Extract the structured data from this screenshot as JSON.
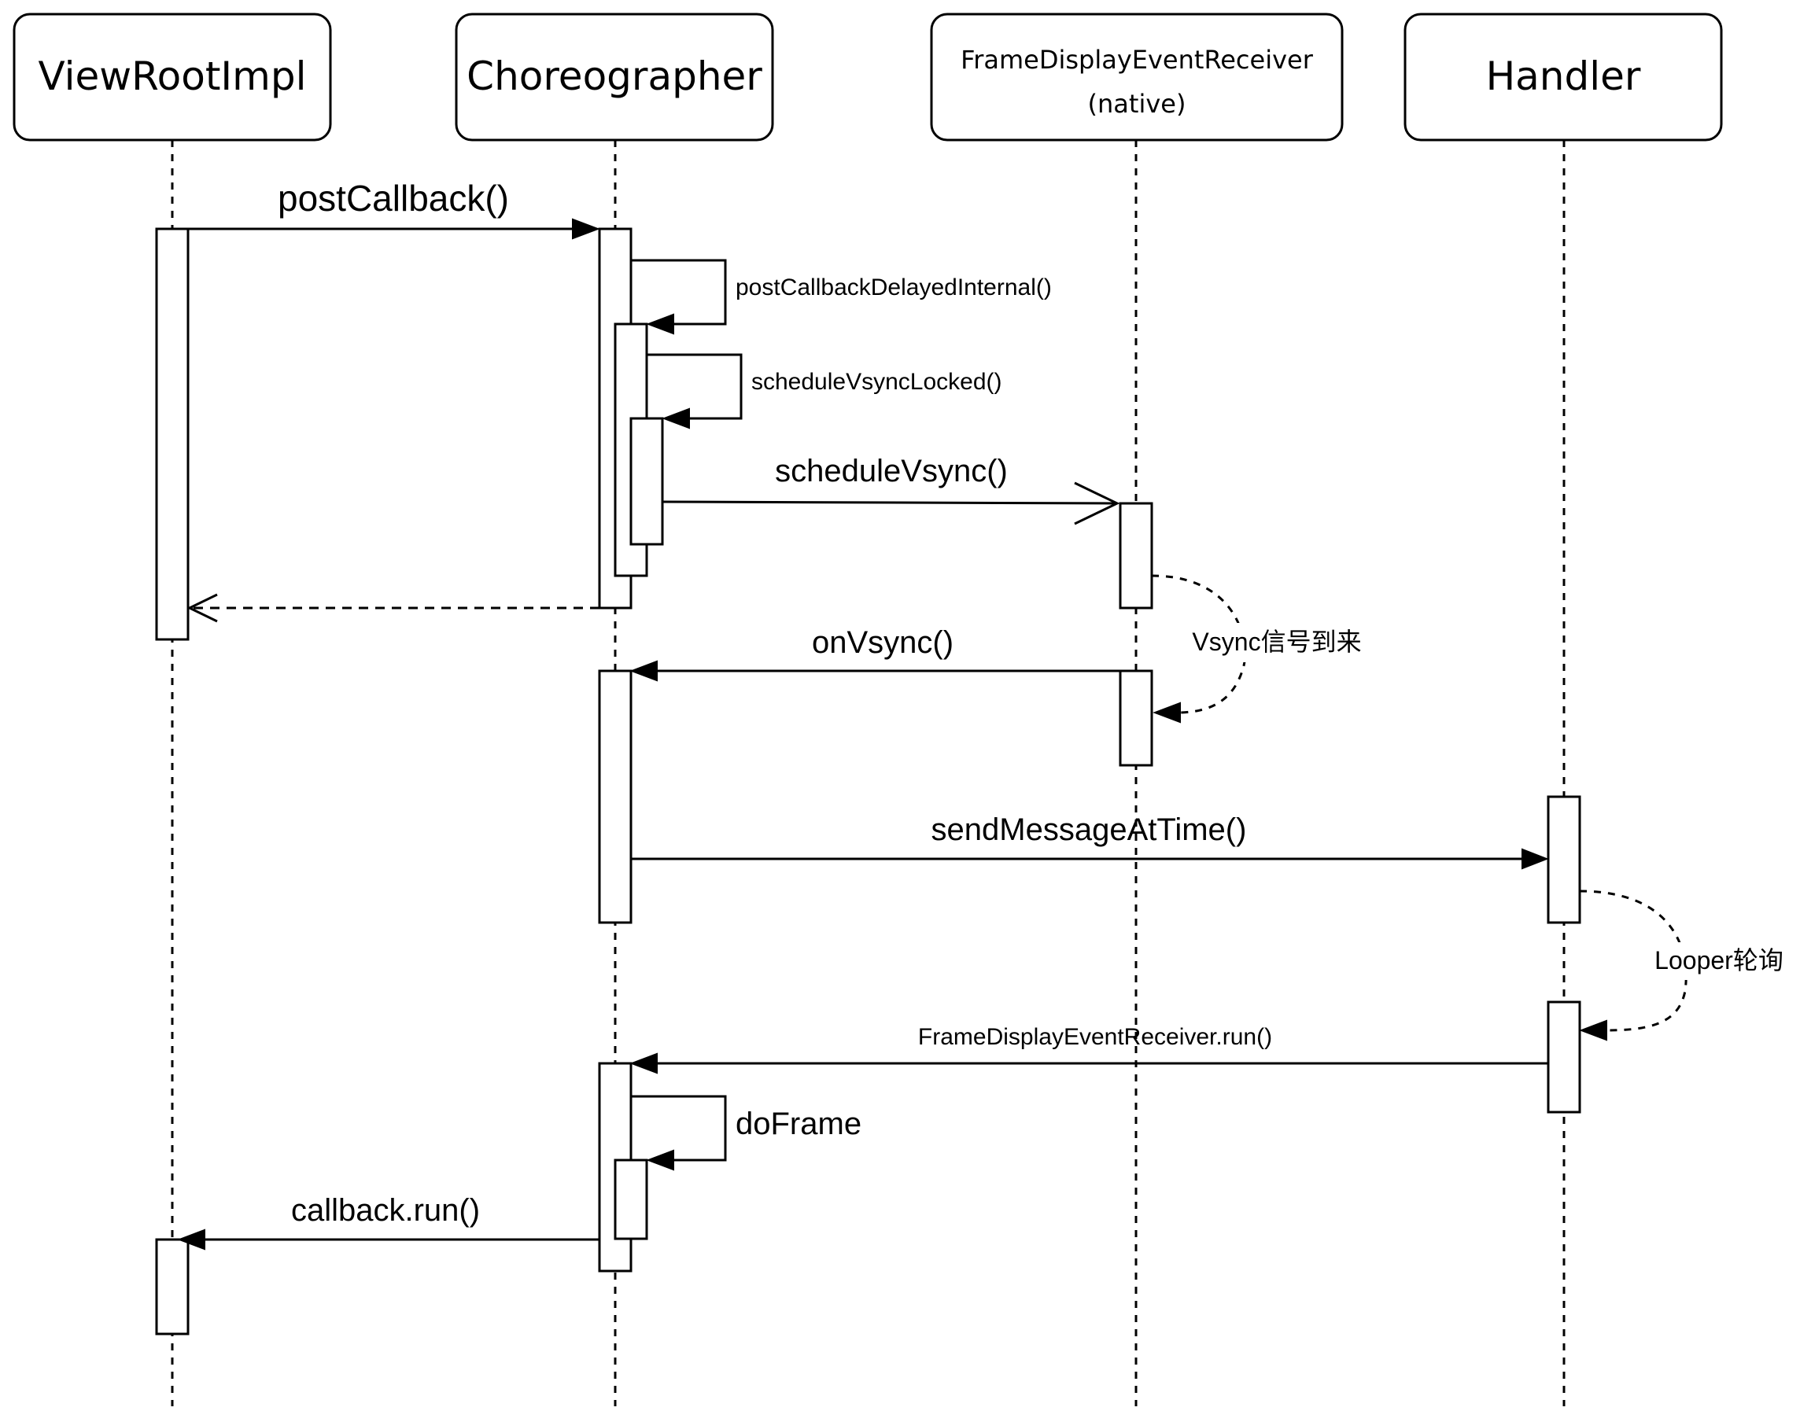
{
  "participants": [
    {
      "id": "viewrootimpl",
      "name": "ViewRootImpl"
    },
    {
      "id": "choreographer",
      "name": "Choreographer"
    },
    {
      "id": "fder",
      "name": "FrameDisplayEventReceiver",
      "subtitle": "(native)"
    },
    {
      "id": "handler",
      "name": "Handler"
    }
  ],
  "messages": [
    {
      "id": "postCallback",
      "label": "postCallback()"
    },
    {
      "id": "postCallbackDelayedInternal",
      "label": "postCallbackDelayedInternal()"
    },
    {
      "id": "scheduleVsyncLocked",
      "label": "scheduleVsyncLocked()"
    },
    {
      "id": "scheduleVsync",
      "label": "scheduleVsync()"
    },
    {
      "id": "return",
      "label": ""
    },
    {
      "id": "onVsync",
      "label": "onVsync()"
    },
    {
      "id": "sendMessageAtTime",
      "label": "sendMessageAtTime()"
    },
    {
      "id": "fderRun",
      "label": "FrameDisplayEventReceiver.run()"
    },
    {
      "id": "doFrame",
      "label": "doFrame"
    },
    {
      "id": "callbackRun",
      "label": "callback.run()"
    }
  ],
  "notes": [
    {
      "id": "vsyncArrive",
      "label": "Vsync信号到来"
    },
    {
      "id": "looperPoll",
      "label": "Looper轮询"
    }
  ]
}
